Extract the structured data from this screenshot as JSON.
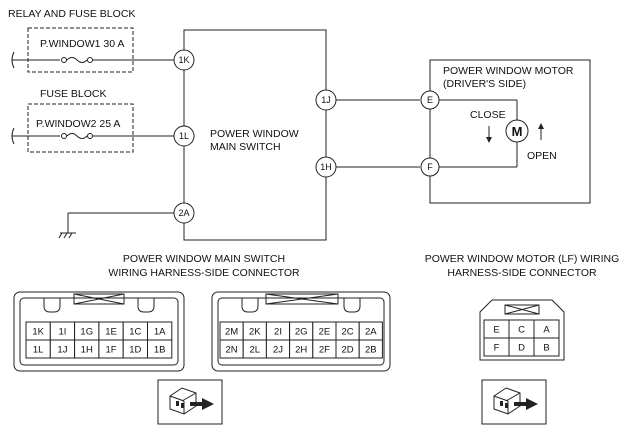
{
  "labels": {
    "relay_block": "RELAY AND FUSE BLOCK",
    "fuse_block": "FUSE BLOCK",
    "fuse1": "P.WINDOW1 30 A",
    "fuse2": "P.WINDOW2 25 A",
    "switch_line1": "POWER WINDOW",
    "switch_line2": "MAIN SWITCH",
    "motor_line1": "POWER WINDOW MOTOR",
    "motor_line2": "(DRIVER'S SIDE)",
    "motor_symbol": "M",
    "close": "CLOSE",
    "open": "OPEN",
    "switch_conn_line1": "POWER WINDOW MAIN SWITCH",
    "switch_conn_line2": "WIRING HARNESS-SIDE CONNECTOR",
    "motor_conn_line1": "POWER WINDOW MOTOR (LF) WIRING",
    "motor_conn_line2": "HARNESS-SIDE CONNECTOR"
  },
  "pins": {
    "p1K": "1K",
    "p1L": "1L",
    "p2A": "2A",
    "p1J": "1J",
    "p1H": "1H",
    "pE": "E",
    "pF": "F"
  },
  "connectors": {
    "switch_left": [
      [
        "1K",
        "1I",
        "1G",
        "1E",
        "1C",
        "1A"
      ],
      [
        "1L",
        "1J",
        "1H",
        "1F",
        "1D",
        "1B"
      ]
    ],
    "switch_right": [
      [
        "2M",
        "2K",
        "2I",
        "2G",
        "2E",
        "2C",
        "2A"
      ],
      [
        "2N",
        "2L",
        "2J",
        "2H",
        "2F",
        "2D",
        "2B"
      ]
    ],
    "motor": [
      [
        "E",
        "C",
        "A"
      ],
      [
        "F",
        "D",
        "B"
      ]
    ]
  }
}
